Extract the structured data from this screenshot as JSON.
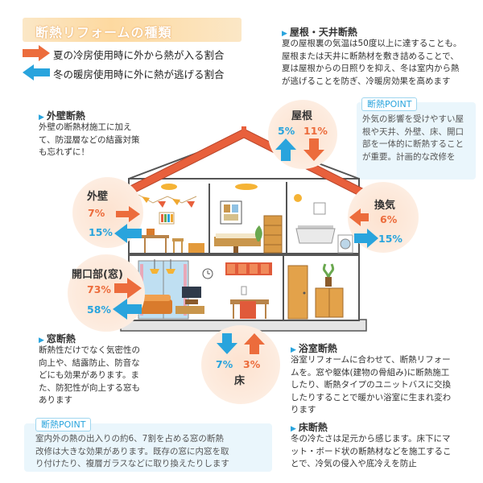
{
  "header": {
    "title": "断熱リフォームの種類",
    "legend_summer": "夏の冷房使用時に外から熱が入る割合",
    "legend_winter": "冬の暖房使用時に外に熱が逃げる割合"
  },
  "roof_section": {
    "heading": "屋根・天井断熱",
    "lines": [
      "夏の屋根裏の気温は50度以上に達することも。",
      "屋根または天井に断熱材を敷き詰めることで、",
      "夏は屋根からの日照りを抑え、冬は室内から熱",
      "が逃げることを防ぎ、冷暖房効果を高めます"
    ]
  },
  "point_top": {
    "tag": "断熱POINT",
    "lines": [
      "外気の影響を受けやすい屋",
      "根や天井、外壁、床、開口",
      "部を一体的に断熱すること",
      "が重要。計画的な改修を"
    ]
  },
  "wall_section": {
    "heading": "外壁断熱",
    "lines": [
      "外壁の断熱材施工に加え",
      "て、防湿層などの結露対策",
      "も忘れずに！"
    ]
  },
  "window_section": {
    "heading": "窓断熱",
    "lines": [
      "断熱性だけでなく気密性の",
      "向上や、結露防止、防音な",
      "どにも効果があります。ま",
      "た、防犯性が向上する窓も",
      "あります"
    ]
  },
  "bath_section": {
    "heading": "浴室断熱",
    "lines": [
      "浴室リフォームに合わせて、断熱リフォー",
      "ムを。窓や躯体(建物の骨組み)に断熱施工",
      "したり、断熱タイプのユニットバスに交換",
      "したりすることで暖かい浴室に生まれ変わ",
      "ります"
    ]
  },
  "floor_section": {
    "heading": "床断熱",
    "lines": [
      "冬の冷たさは足元から感じます。床下にマ",
      "ット・ボード状の断熱材などを施工するこ",
      "とで、冷気の侵入や底冷えを防止"
    ]
  },
  "point_bottom": {
    "tag": "断熱POINT",
    "lines": [
      "室内外の熱の出入りの約6、7割を占める窓の断熱",
      "改修は大きな効果があります。既存の窓に内窓を取",
      "り付けたり、複層ガラスなどに取り換えたりします"
    ]
  },
  "diagram": {
    "roof": {
      "label": "屋根",
      "winter": "5%",
      "summer": "11%"
    },
    "wall": {
      "label": "外壁",
      "summer": "7%",
      "winter": "15%"
    },
    "window": {
      "label": "開口部(窓)",
      "summer": "73%",
      "winter": "58%"
    },
    "vent": {
      "label": "換気",
      "summer": "6%",
      "winter": "15%"
    },
    "floor": {
      "label": "床",
      "winter": "7%",
      "summer": "3%"
    }
  },
  "colors": {
    "summer_arrow": "#ec6c3c",
    "winter_arrow": "#29a4dd",
    "roof": "#e8603c",
    "point_bg": "#eaf6fc"
  }
}
